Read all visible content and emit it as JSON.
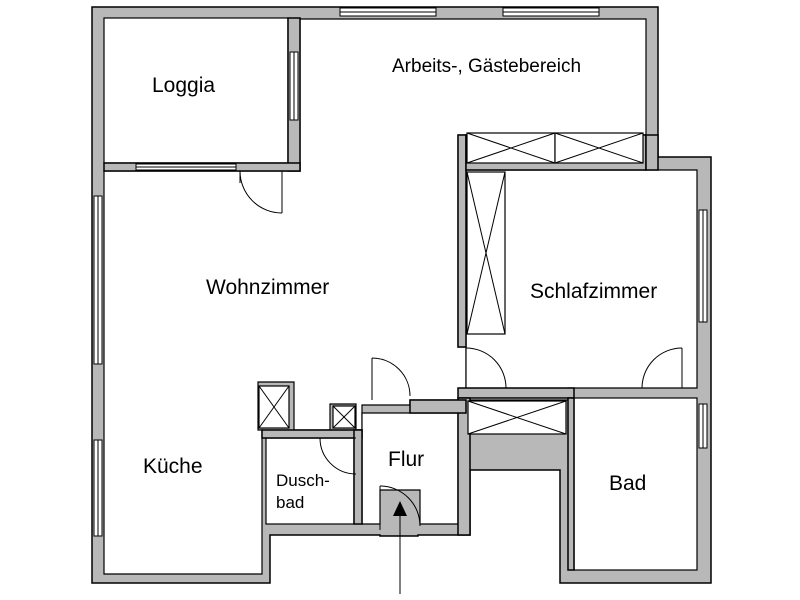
{
  "rooms": {
    "loggia": "Loggia",
    "arbeit": "Arbeits-, Gästebereich",
    "wohnzimmer": "Wohnzimmer",
    "schlafzimmer": "Schlafzimmer",
    "kueche": "Küche",
    "duschbad_1": "Dusch-",
    "duschbad_2": "bad",
    "flur": "Flur",
    "bad": "Bad"
  },
  "colors": {
    "wall": "#b8b8b8",
    "line": "#000000",
    "background": "#ffffff"
  }
}
